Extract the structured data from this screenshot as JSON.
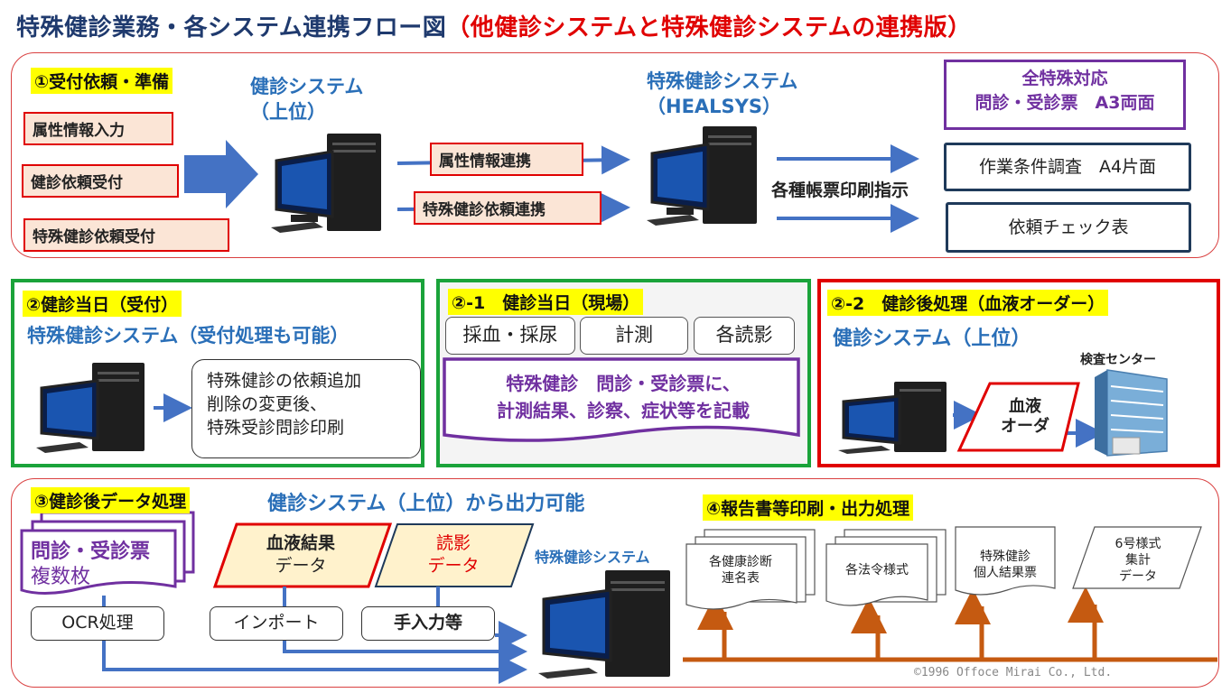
{
  "title": {
    "main": "特殊健診業務・各システム連携フロー図",
    "sub": "（他健診システムと特殊健診システムの連携版）"
  },
  "s1": {
    "heading": "①受付依頼・準備",
    "inputs": [
      "属性情報入力",
      "健診依頼受付",
      "特殊健診依頼受付"
    ],
    "system1": {
      "line1": "健診システム",
      "line2": "（上位）"
    },
    "links": [
      "属性情報連携",
      "特殊健診依頼連携"
    ],
    "system2": {
      "line1": "特殊健診システム",
      "line2": "（HEALSYS）"
    },
    "print_label": "各種帳票印刷指示",
    "out_purple": {
      "line1": "全特殊対応",
      "line2": "問診・受診票　A3両面"
    },
    "out1": "作業条件調査　A4片面",
    "out2": "依頼チェック表"
  },
  "s2": {
    "heading": "②健診当日（受付）",
    "system": "特殊健診システム（受付処理も可能）",
    "note": [
      "特殊健診の依頼追加",
      "削除の変更後、",
      "特殊受診問診印刷"
    ]
  },
  "s21": {
    "heading": "②-1　健診当日（現場）",
    "items": [
      "採血・採尿",
      "計測",
      "各読影"
    ],
    "note": [
      "特殊健診　問診・受診票に、",
      "計測結果、診察、症状等を記載"
    ]
  },
  "s22": {
    "heading": "②-2　健診後処理（血液オーダー）",
    "system": "健診システム（上位）",
    "center": "検査センター",
    "order": [
      "血液",
      "オーダ"
    ]
  },
  "s3": {
    "heading": "③健診後データ処理",
    "system": "健診システム（上位）から出力可能",
    "forms": [
      "問診・受診票",
      "複数枚"
    ],
    "blood": [
      "血液結果",
      "データ"
    ],
    "read": [
      "読影",
      "データ"
    ],
    "ocr": "OCR処理",
    "import": "インポート",
    "manual": "手入力等",
    "target": "特殊健診システム"
  },
  "s4": {
    "heading": "④報告書等印刷・出力処理",
    "docs": [
      [
        "各健康診断",
        "連名表"
      ],
      [
        "各法令様式"
      ],
      [
        "特殊健診",
        "個人結果票"
      ],
      [
        "6号様式",
        "集計",
        "データ"
      ]
    ]
  },
  "copyright": "©1996 Offoce Mirai Co., Ltd.",
  "colors": {
    "red": "#e00000",
    "green": "#1aa33a",
    "purple": "#7030a0",
    "blue": "#2a6fb8",
    "orange": "#c55a11",
    "navy": "#1f3a5a"
  }
}
